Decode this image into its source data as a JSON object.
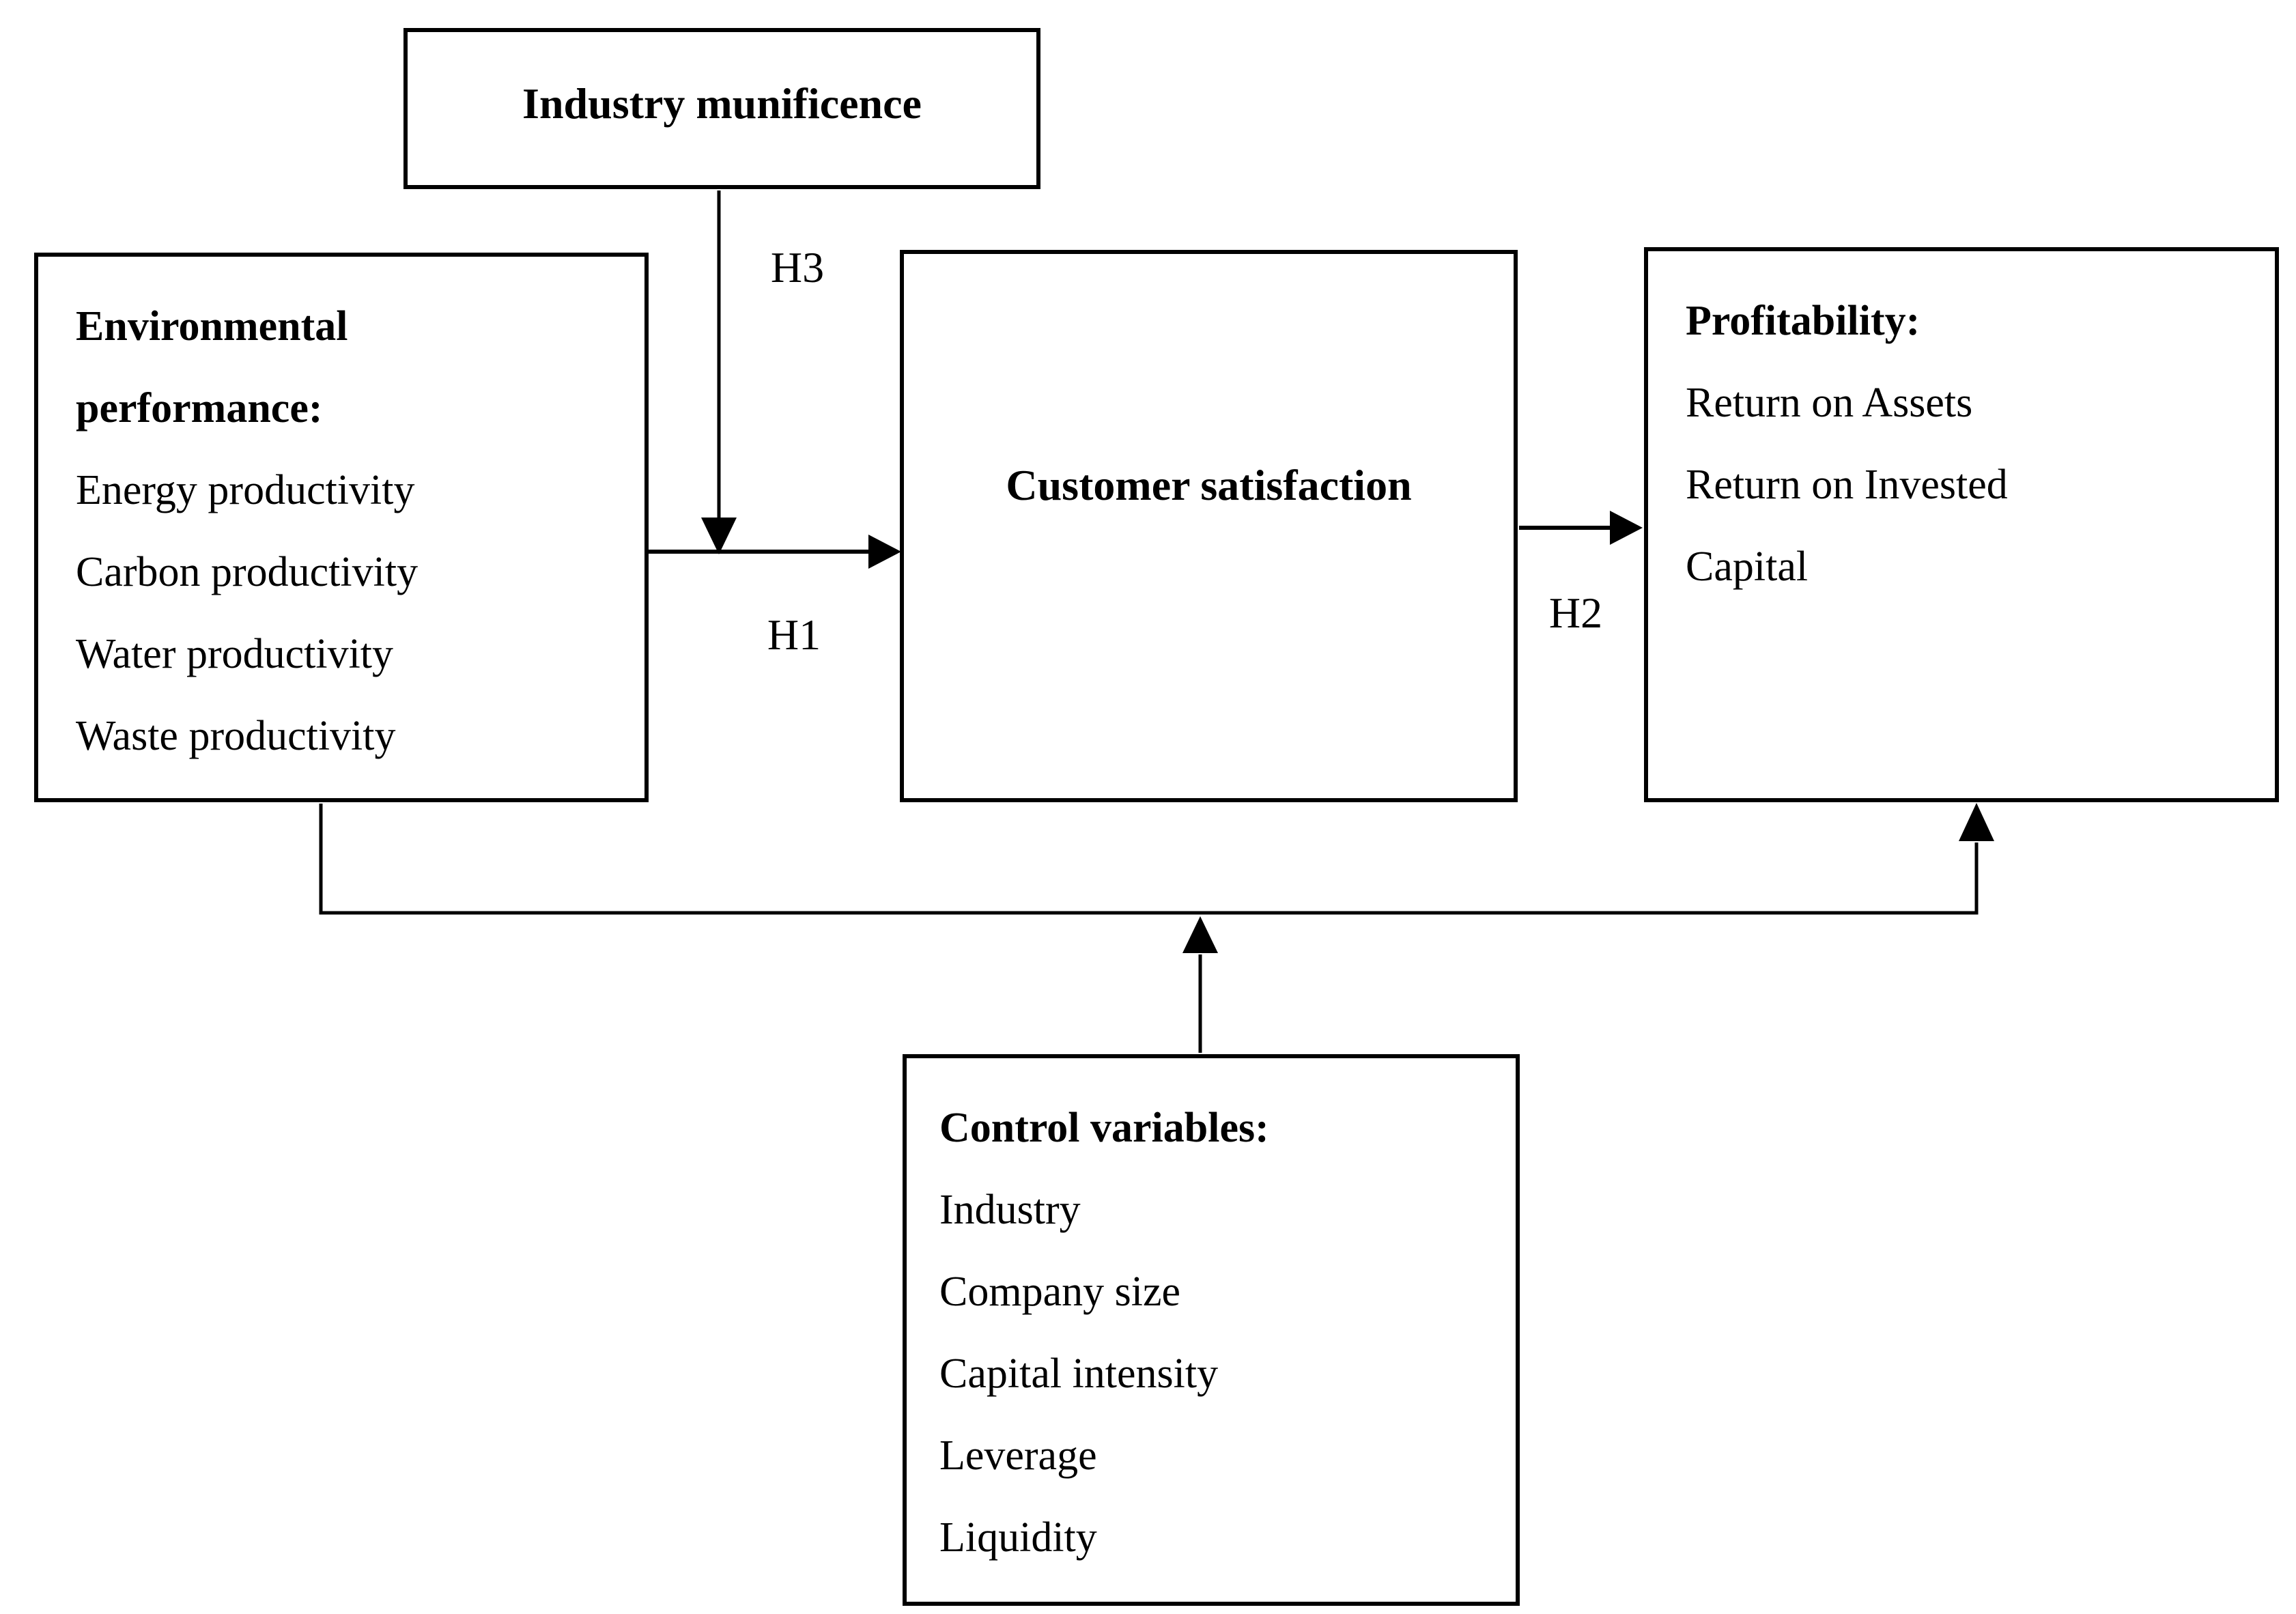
{
  "diagram": {
    "boxes": {
      "industry_munificence": {
        "title": "Industry munificence"
      },
      "environmental_performance": {
        "heading_lines": [
          "Environmental",
          "performance:"
        ],
        "items": [
          "Energy productivity",
          "Carbon productivity",
          "Water productivity",
          "Waste productivity"
        ]
      },
      "customer_satisfaction": {
        "title": "Customer satisfaction"
      },
      "profitability": {
        "heading": "Profitability:",
        "item_lines": [
          "Return on Assets",
          "Return on Invested",
          "Capital"
        ]
      },
      "control_variables": {
        "heading": "Control variables:",
        "items": [
          "Industry",
          "Company size",
          "Capital intensity",
          "Leverage",
          "Liquidity"
        ]
      }
    },
    "labels": {
      "h1": "H1",
      "h2": "H2",
      "h3": "H3"
    },
    "colors": {
      "ink": "#000000",
      "paper": "#ffffff"
    }
  }
}
